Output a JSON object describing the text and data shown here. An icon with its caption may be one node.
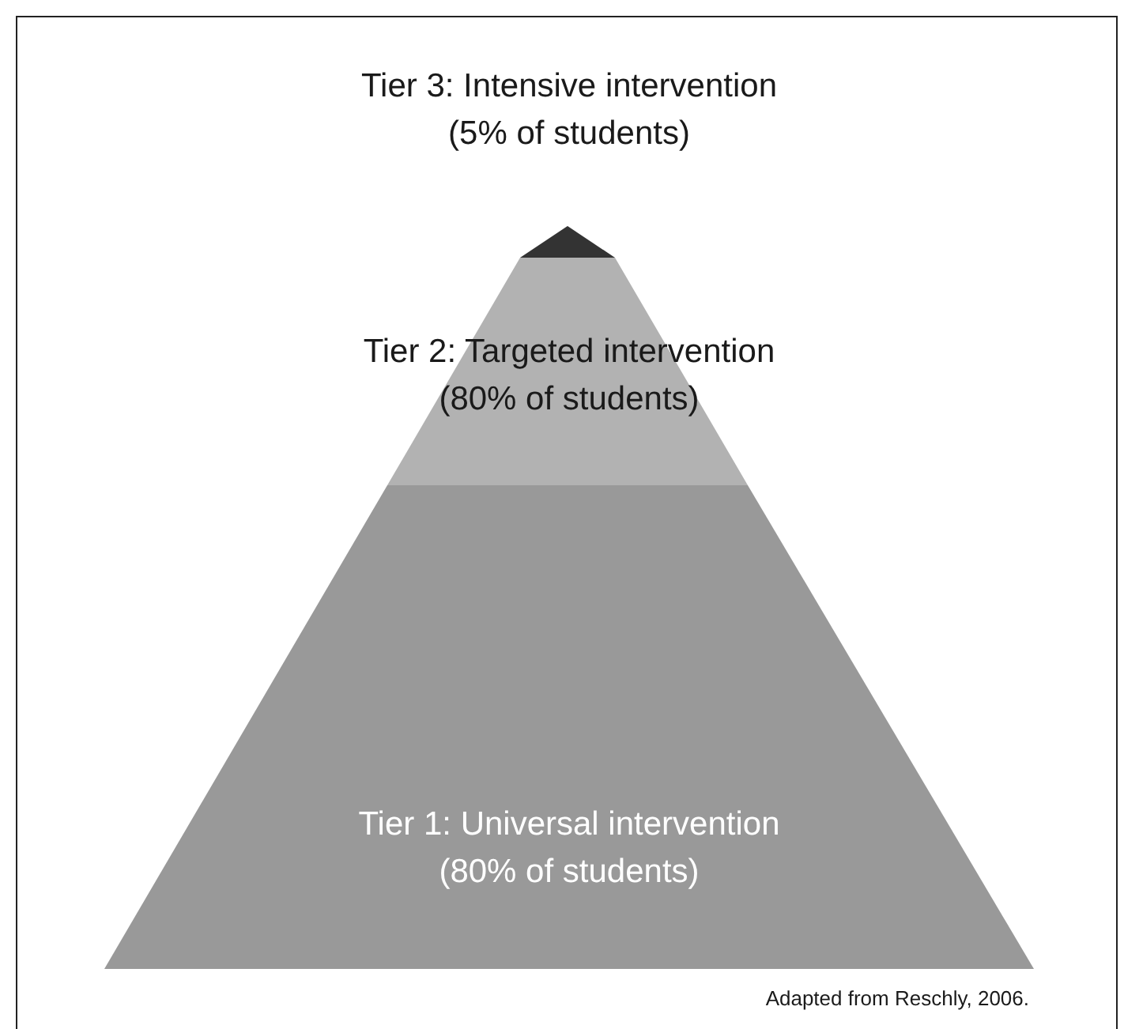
{
  "diagram": {
    "caption": "Adapted from Reschly, 2006.",
    "nodes": [
      {
        "text": [
          "Tier 3: Intensive intervention (5% of students)"
        ]
      },
      {
        "text": [
          "Tier 2: Targeted intervention (80% of students)"
        ]
      },
      {
        "text": [
          "Tier 1: Universal intervention (80% of students)"
        ]
      }
    ]
  }
}
